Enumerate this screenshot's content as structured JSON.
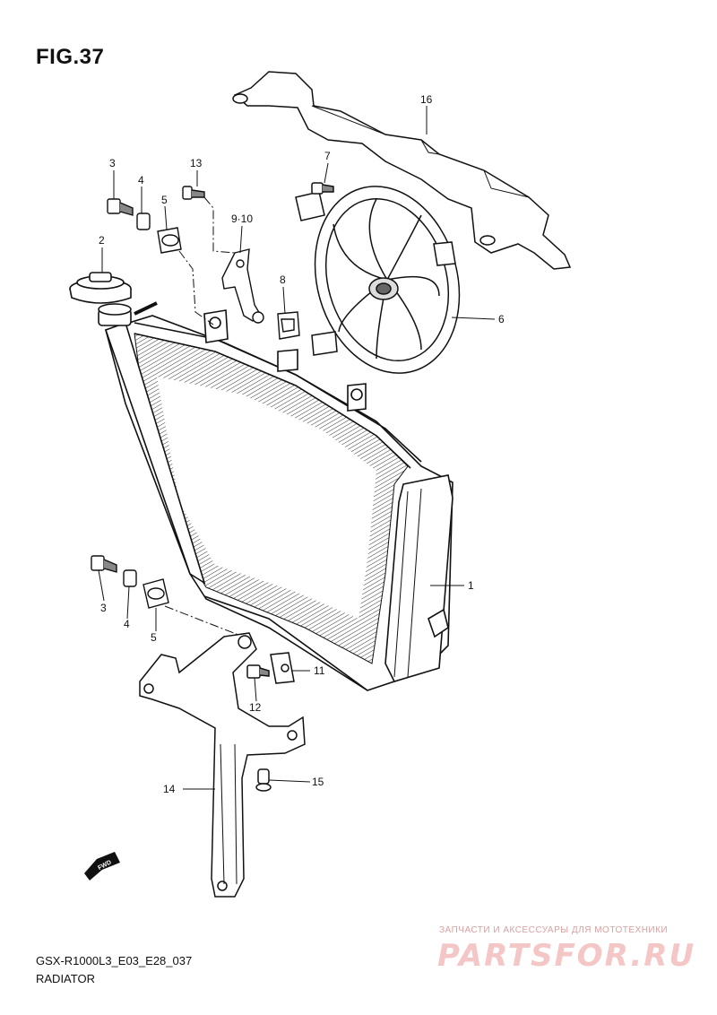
{
  "figure_title": "FIG.37",
  "diagram_code": "GSX-R1000L3_E03_E28_037",
  "section_name": "RADIATOR",
  "fwd_marker": "FWD",
  "watermark": {
    "tagline": "ЗАПЧАСТИ И АКСЕССУАРЫ ДЛЯ МОТОТЕХНИКИ",
    "brand": "PARTSFOR.RU",
    "color": "#e08080"
  },
  "callouts": {
    "c1": "1",
    "c2": "2",
    "c3_top": "3",
    "c4_top": "4",
    "c5_top": "5",
    "c6": "6",
    "c7": "7",
    "c8": "8",
    "c9_10": "9·10",
    "c11": "11",
    "c12": "12",
    "c13": "13",
    "c14": "14",
    "c15": "15",
    "c16": "16",
    "c3_bottom": "3",
    "c4_bottom": "4",
    "c5_bottom": "5"
  }
}
